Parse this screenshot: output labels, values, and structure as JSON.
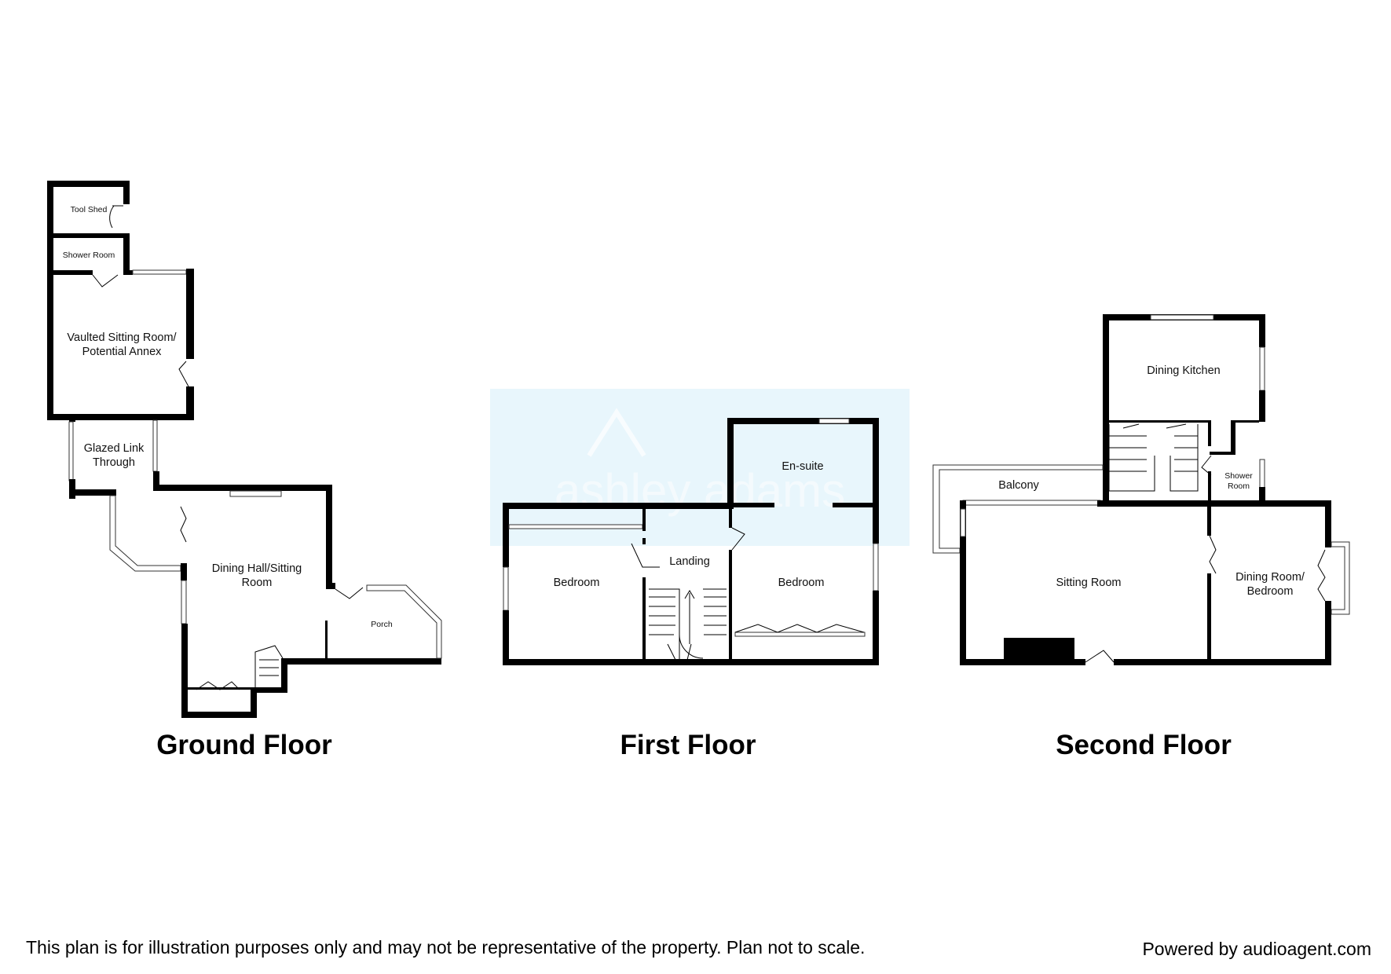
{
  "floors": {
    "ground": {
      "title": "Ground Floor",
      "rooms": {
        "tool_shed": "Tool Shed",
        "shower_room": "Shower Room",
        "vaulted_1": "Vaulted Sitting Room/",
        "vaulted_2": "Potential Annex",
        "glazed_1": "Glazed Link",
        "glazed_2": "Through",
        "dining_1": "Dining Hall/Sitting",
        "dining_2": "Room",
        "porch": "Porch"
      }
    },
    "first": {
      "title": "First Floor",
      "rooms": {
        "ensuite": "En-suite",
        "bedroom_left": "Bedroom",
        "landing": "Landing",
        "bedroom_right": "Bedroom"
      }
    },
    "second": {
      "title": "Second Floor",
      "rooms": {
        "dining_kitchen": "Dining Kitchen",
        "balcony": "Balcony",
        "shower_1": "Shower",
        "shower_2": "Room",
        "sitting_room": "Sitting Room",
        "dining_bed_1": "Dining Room/",
        "dining_bed_2": "Bedroom"
      }
    }
  },
  "watermark": {
    "text": "ashley adams",
    "bg_color": "#e8f6fc"
  },
  "footer": {
    "disclaimer": "This plan is for illustration purposes only and may not be representative of the property. Plan not to scale.",
    "powered_by": "Powered by audioagent.com"
  }
}
